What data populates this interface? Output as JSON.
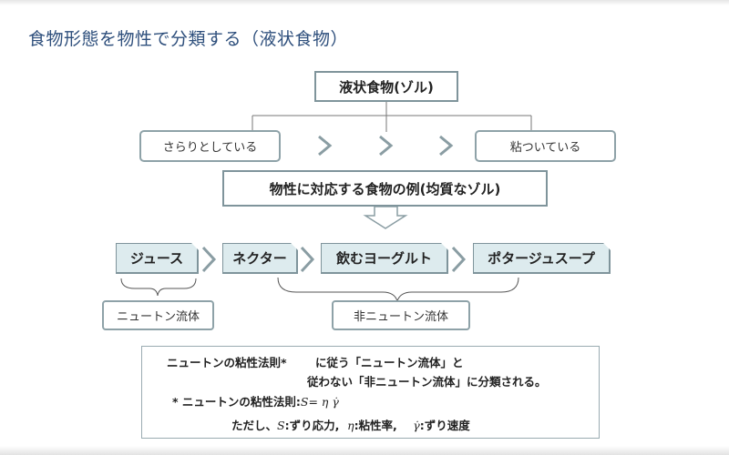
{
  "title": "食物形態を物性で分類する（液状食物）",
  "sol": "液状食物(ゾル)",
  "scale": {
    "left": "さらりとしている",
    "right": "粘ついている"
  },
  "example_header": "物性に対応する食物の例(均質なゾル)",
  "examples": [
    "ジュース",
    "ネクター",
    "飲むヨーグルト",
    "ポタージュスープ"
  ],
  "groups": {
    "newtonian": "ニュートン流体",
    "non_newtonian": "非ニュートン流体"
  },
  "note": {
    "line1a": "ニュートンの粘性法則*",
    "line1b": "に従う「ニュートン流体」と",
    "line2": "従わない「非ニュートン流体」に分類される。",
    "line3_prefix": "* ニュートンの粘性法則:",
    "line3_formula": "S= η γ̇",
    "line4_prefix": "ただし、",
    "line4_s": "S",
    "line4_s_desc": ":ずり応力,",
    "line4_eta": "η",
    "line4_eta_desc": ":粘性率,",
    "line4_gamma": "γ̇",
    "line4_gamma_desc": ":ずり速度"
  },
  "colors": {
    "title": "#2e4f7c",
    "box_border": "#7f949b",
    "example_fill": "#ddebee",
    "arrow": "#8a9da3"
  }
}
